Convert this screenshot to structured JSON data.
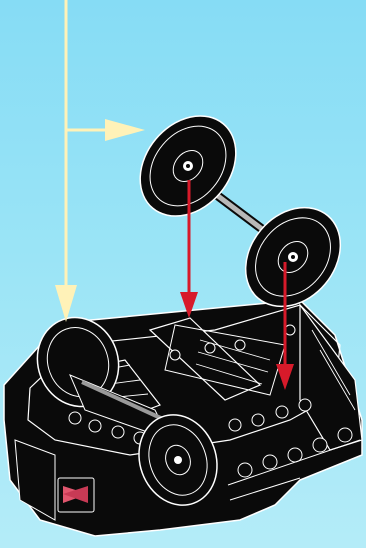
{
  "diagram": {
    "kind": "assembly-instruction",
    "background_color": "#9ae4f6",
    "callout_arrow_color": "#fff2b8",
    "placement_arrow_color": "#d71a2a",
    "parts": [
      {
        "name": "wheel-axle-assembly",
        "icon": "wheel-set-icon"
      },
      {
        "name": "bogie-chassis",
        "icon": "bogie-base-icon"
      }
    ],
    "steps": [
      {
        "action": "attach",
        "part": "wheel-axle-assembly",
        "target": "bogie-chassis",
        "count": 2
      }
    ]
  }
}
